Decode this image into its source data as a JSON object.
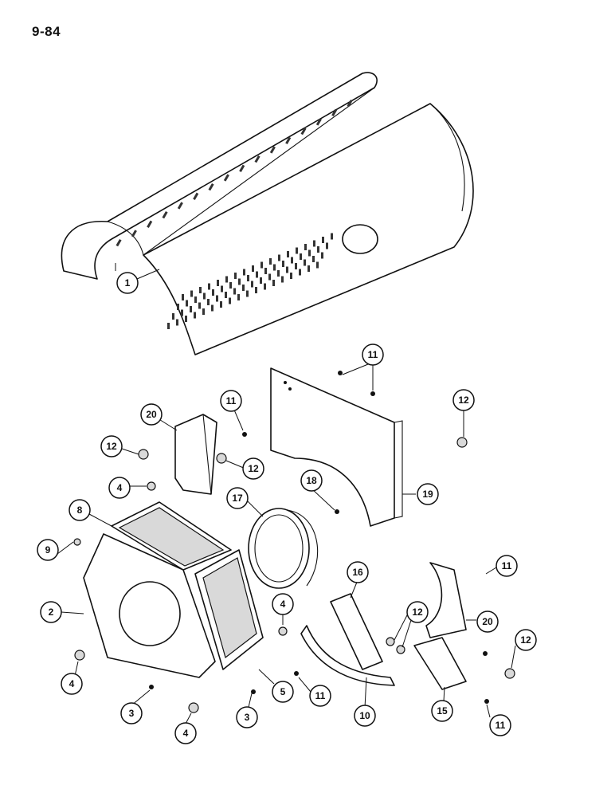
{
  "page_label": "9-84",
  "callouts": [
    {
      "id": "c1",
      "text": "1"
    },
    {
      "id": "c11a",
      "text": "11"
    },
    {
      "id": "c12a",
      "text": "12"
    },
    {
      "id": "c20a",
      "text": "20"
    },
    {
      "id": "c11b",
      "text": "11"
    },
    {
      "id": "c12b",
      "text": "12"
    },
    {
      "id": "c12c",
      "text": "12"
    },
    {
      "id": "c4a",
      "text": "4"
    },
    {
      "id": "c17",
      "text": "17"
    },
    {
      "id": "c18",
      "text": "18"
    },
    {
      "id": "c19",
      "text": "19"
    },
    {
      "id": "c8",
      "text": "8"
    },
    {
      "id": "c9",
      "text": "9"
    },
    {
      "id": "c2",
      "text": "2"
    },
    {
      "id": "c16",
      "text": "16"
    },
    {
      "id": "c11c",
      "text": "11"
    },
    {
      "id": "c20b",
      "text": "20"
    },
    {
      "id": "c4b",
      "text": "4"
    },
    {
      "id": "c12d",
      "text": "12"
    },
    {
      "id": "c12e",
      "text": "12"
    },
    {
      "id": "c4c",
      "text": "4"
    },
    {
      "id": "c3a",
      "text": "3"
    },
    {
      "id": "c4d",
      "text": "4"
    },
    {
      "id": "c3b",
      "text": "3"
    },
    {
      "id": "c5",
      "text": "5"
    },
    {
      "id": "c11d",
      "text": "11"
    },
    {
      "id": "c10",
      "text": "10"
    },
    {
      "id": "c15",
      "text": "15"
    },
    {
      "id": "c11e",
      "text": "11"
    }
  ]
}
